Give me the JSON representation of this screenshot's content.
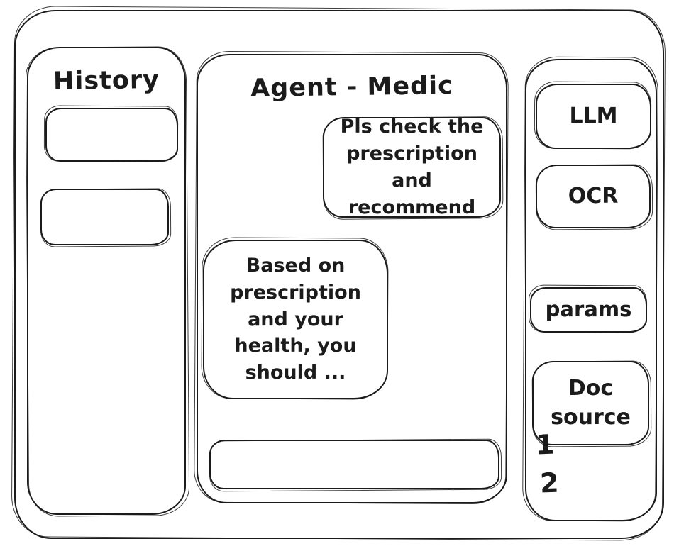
{
  "colors": {
    "ink": "#1b1b1b",
    "background": "#ffffff"
  },
  "history_panel": {
    "title": "History",
    "items": [
      "",
      ""
    ]
  },
  "chat": {
    "title": "Agent - Medic",
    "messages": [
      {
        "role": "user",
        "text": "Pls check the prescription and recommend"
      },
      {
        "role": "assistant",
        "text": "Based on prescription and your health, you should ..."
      }
    ],
    "input": {
      "value": "",
      "placeholder": ""
    }
  },
  "tools_panel": {
    "buttons": [
      {
        "label": "LLM"
      },
      {
        "label": "OCR"
      },
      {
        "label": "params"
      },
      {
        "label": "Doc source"
      }
    ],
    "doc_source_items": [
      "1",
      "2"
    ]
  }
}
